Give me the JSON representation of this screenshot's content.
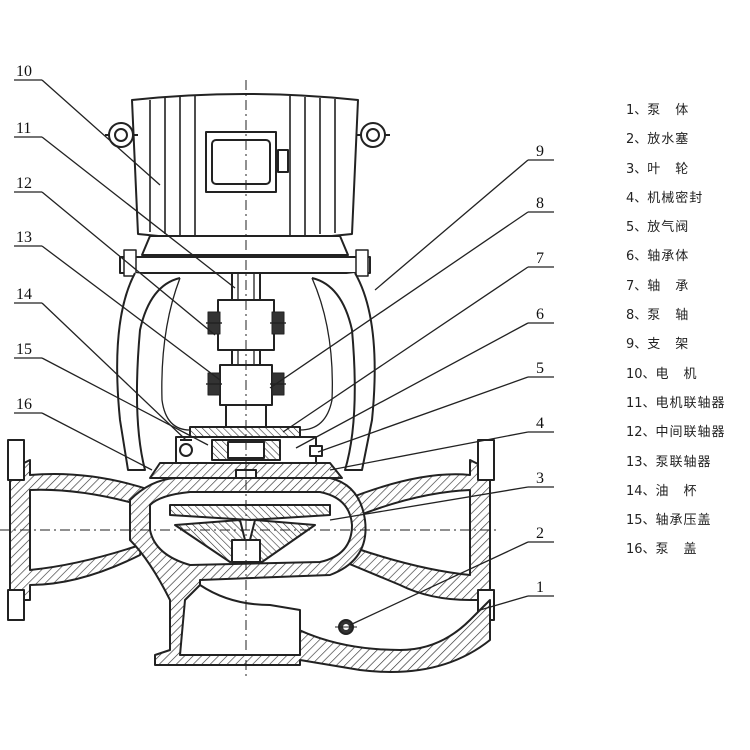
{
  "callout_numbers_left": [
    "10",
    "11",
    "12",
    "13",
    "14",
    "15",
    "16"
  ],
  "callout_numbers_right": [
    "9",
    "8",
    "7",
    "6",
    "5",
    "4",
    "3",
    "2",
    "1"
  ],
  "legend": [
    {
      "num": "1、",
      "name": "泵　体"
    },
    {
      "num": "2、",
      "name": "放水塞"
    },
    {
      "num": "3、",
      "name": "叶　轮"
    },
    {
      "num": "4、",
      "name": "机械密封"
    },
    {
      "num": "5、",
      "name": "放气阀"
    },
    {
      "num": "6、",
      "name": "轴承体"
    },
    {
      "num": "7、",
      "name": "轴　承"
    },
    {
      "num": "8、",
      "name": "泵　轴"
    },
    {
      "num": "9、",
      "name": "支　架"
    },
    {
      "num": "10、",
      "name": "电　机"
    },
    {
      "num": "11、",
      "name": "电机联轴器"
    },
    {
      "num": "12、",
      "name": "中间联轴器"
    },
    {
      "num": "13、",
      "name": "泵联轴器"
    },
    {
      "num": "14、",
      "name": "油　杯"
    },
    {
      "num": "15、",
      "name": "轴承压盖"
    },
    {
      "num": "16、",
      "name": "泵　盖"
    }
  ]
}
